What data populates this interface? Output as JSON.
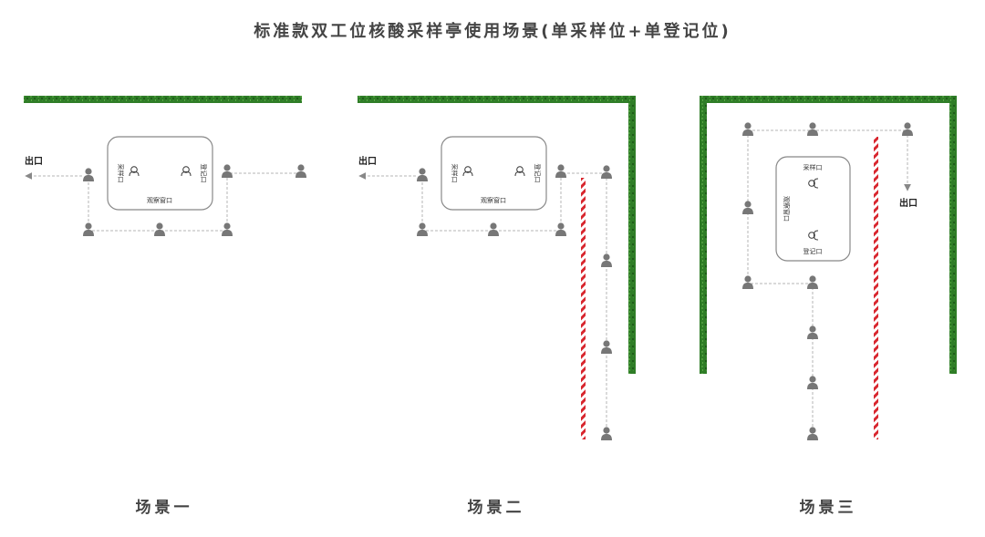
{
  "title": "标准款双工位核酸采样亭使用场景(单采样位+单登记位)",
  "labels": {
    "exit": "出口",
    "sampling_port": "采样口",
    "register_port": "登记口",
    "observe_window": "观察窗口"
  },
  "scenes": [
    {
      "caption": "场景一"
    },
    {
      "caption": "场景二"
    },
    {
      "caption": "场景三"
    }
  ],
  "colors": {
    "grass": "#2f7d27",
    "barrier_red": "#d8262e",
    "person": "#777777",
    "path": "#b5b5b5",
    "booth_border": "#888888"
  },
  "icons": [
    "person-icon",
    "staff-face-icon",
    "arrow-icon"
  ]
}
